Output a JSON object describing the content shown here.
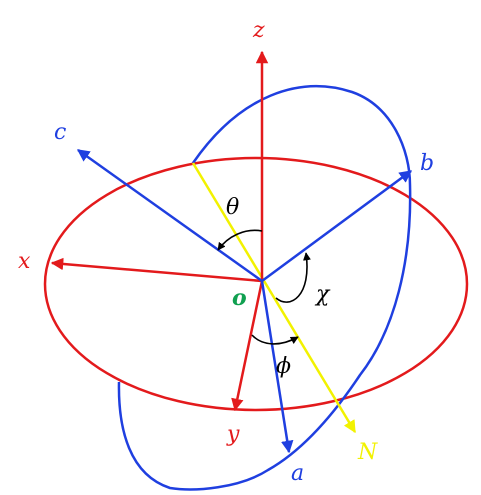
{
  "diagram": {
    "colors": {
      "red": "#e31a1c",
      "blue": "#1f3fe0",
      "yellow": "#f2f200",
      "green": "#10a050",
      "black": "#000000"
    },
    "labels": {
      "z": "z",
      "x": "x",
      "y": "y",
      "c": "c",
      "b": "b",
      "a": "a",
      "N": "N",
      "o": "o",
      "theta": "θ",
      "chi": "χ",
      "phi": "ϕ"
    }
  }
}
